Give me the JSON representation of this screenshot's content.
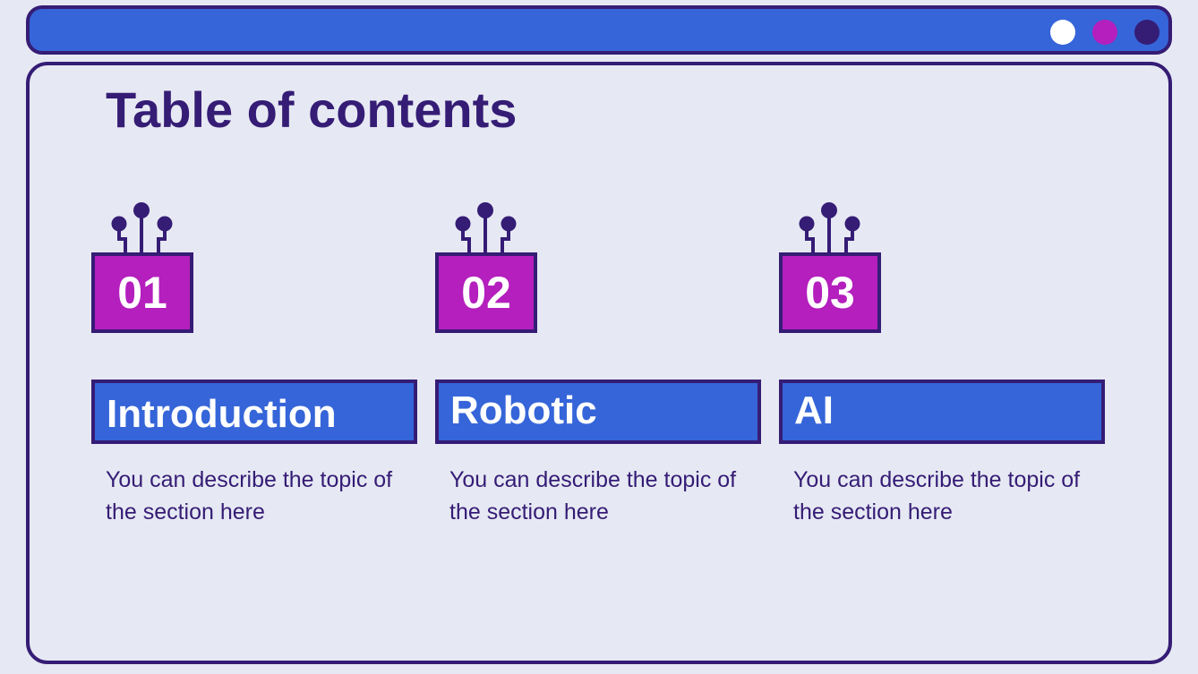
{
  "colors": {
    "background": "#e6e9f3",
    "outline": "#351c75",
    "blue": "#3565d8",
    "magenta": "#b41fbd",
    "white": "#ffffff"
  },
  "window": {
    "dots": [
      {
        "name": "white-dot",
        "color": "#ffffff"
      },
      {
        "name": "magenta-dot",
        "color": "#b41fbd"
      },
      {
        "name": "purple-dot",
        "color": "#351c75"
      }
    ]
  },
  "title": "Table of contents",
  "sections": [
    {
      "number": "01",
      "label": "Introduction",
      "description": "You can describe the topic of the section here",
      "icon": "circuit-chip-icon"
    },
    {
      "number": "02",
      "label": "Robotic",
      "description": "You can describe the topic of the section here",
      "icon": "circuit-chip-icon"
    },
    {
      "number": "03",
      "label": "AI",
      "description": "You can describe the topic of the section here",
      "icon": "circuit-chip-icon"
    }
  ]
}
